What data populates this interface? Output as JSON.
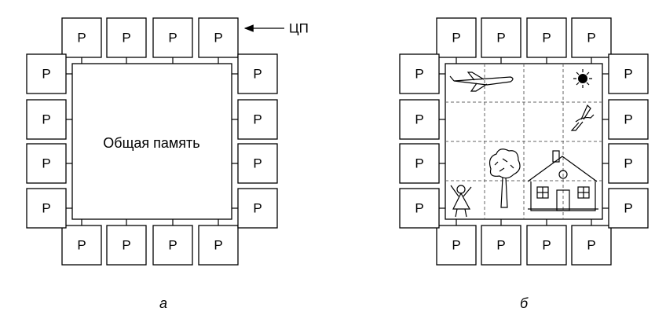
{
  "processor_label": "P",
  "shared_memory_label": "Общая память",
  "cpu_label": "ЦП",
  "captions": {
    "a": "а",
    "b": "б"
  }
}
